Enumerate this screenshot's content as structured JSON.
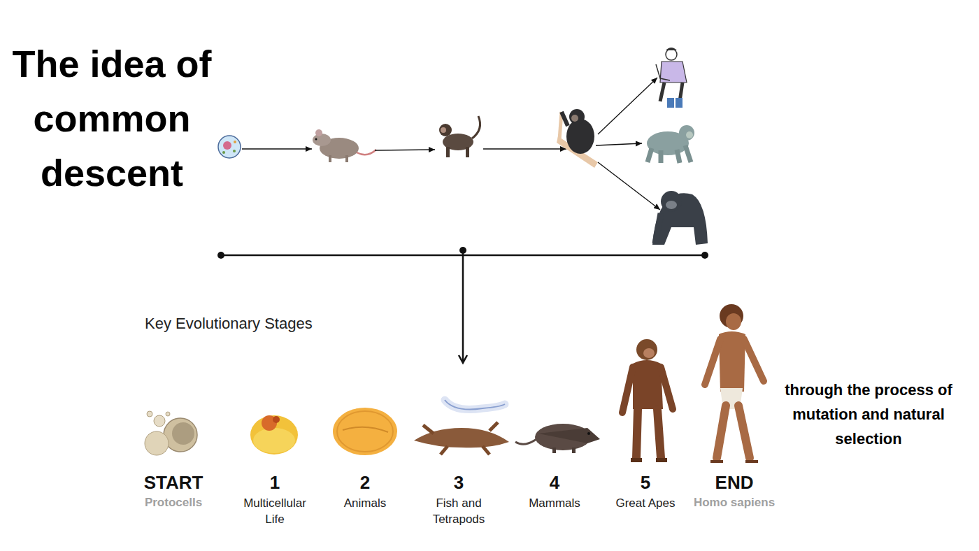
{
  "diagram": {
    "title": "The idea of common descent",
    "labels": [
      "Key Evolutionary Stages",
      "START",
      "Protocells",
      "1",
      "Multicellular Life",
      "2",
      "Animals",
      "3",
      "Fish and Tetrapods",
      "4",
      "Mammals",
      "5",
      "Great Apes",
      "END",
      "Homo sapiens",
      "through the process of mutation and natural selection"
    ]
  }
}
